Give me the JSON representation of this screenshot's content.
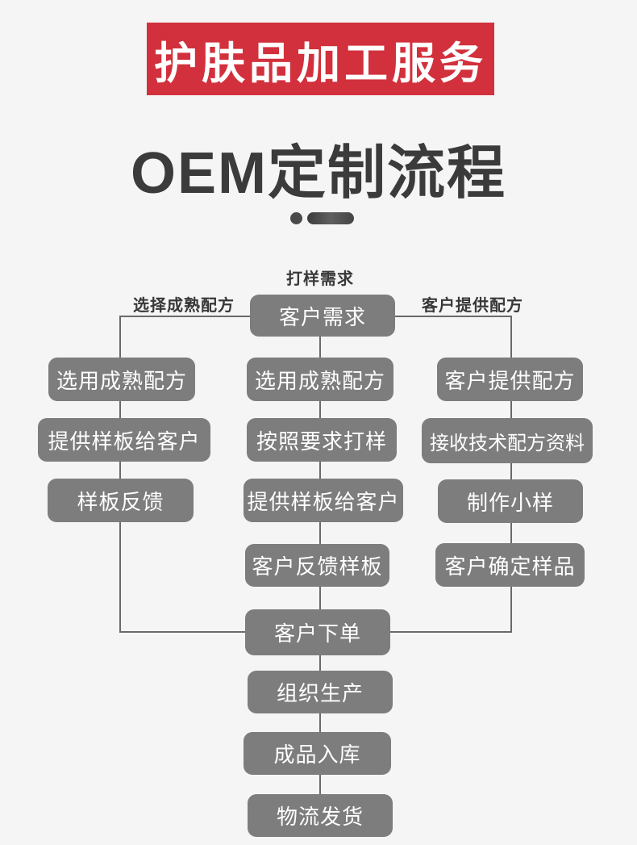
{
  "banner": {
    "text": "护肤品加工服务"
  },
  "title": {
    "text": "OEM定制流程"
  },
  "flowchart": {
    "labels": {
      "sample_requirement": "打样需求",
      "left_branch": "选择成熟配方",
      "right_branch": "客户提供配方"
    },
    "nodes": {
      "root": "客户需求",
      "left": [
        "选用成熟配方",
        "提供样板给客户",
        "样板反馈"
      ],
      "middle": [
        "选用成熟配方",
        "按照要求打样",
        "提供样板给客户",
        "客户反馈样板"
      ],
      "right": [
        "客户提供配方",
        "接收技术配方资料",
        "制作小样",
        "客户确定样品"
      ],
      "merged": [
        "客户下单",
        "组织生产",
        "成品入库",
        "物流发货"
      ]
    }
  },
  "colors": {
    "page_bg": "#f5f5f5",
    "banner_bg": "#d2303c",
    "node_bg": "#7d7d7d",
    "node_text": "#ffffff",
    "line": "#6a6a6a",
    "title_text": "#3b3b3b",
    "label_text": "#383838"
  }
}
